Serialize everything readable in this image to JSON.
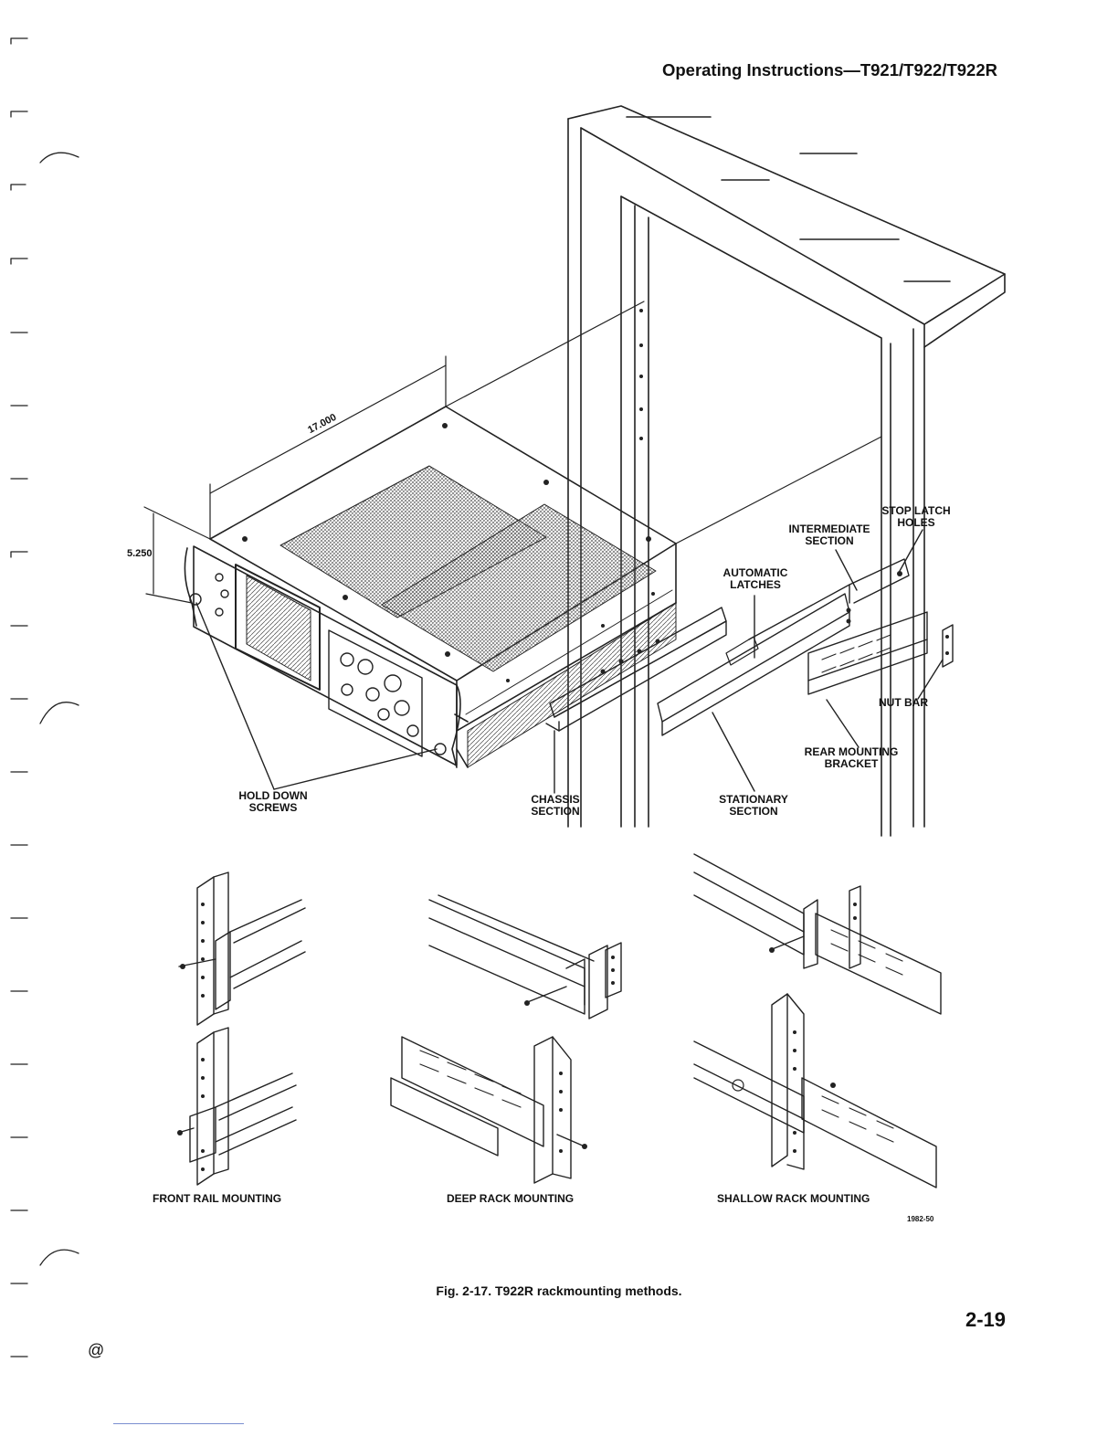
{
  "header": {
    "title": "Operating Instructions—T921/T922/T922R"
  },
  "figure": {
    "caption": "Fig. 2-17.  T922R rackmounting methods.",
    "code": "1982-50",
    "dimensions": {
      "depth": "17.000",
      "height": "5.250"
    },
    "callouts": {
      "hold_down": [
        "HOLD DOWN",
        "SCREWS"
      ],
      "chassis": [
        "CHASSIS",
        "SECTION"
      ],
      "stationary": [
        "STATIONARY",
        "SECTION"
      ],
      "automatic": [
        "AUTOMATIC",
        "LATCHES"
      ],
      "intermediate": [
        "INTERMEDIATE",
        "SECTION"
      ],
      "stop_latch": [
        "STOP LATCH",
        "HOLES"
      ],
      "nut_bar": "NUT BAR",
      "rear_bracket": [
        "REAR MOUNTING",
        "BRACKET"
      ]
    },
    "subfigures": {
      "front": "FRONT RAIL MOUNTING",
      "deep": "DEEP RACK MOUNTING",
      "shallow": "SHALLOW RACK MOUNTING"
    }
  },
  "footer": {
    "page_number": "2-19",
    "symbol": "@"
  }
}
